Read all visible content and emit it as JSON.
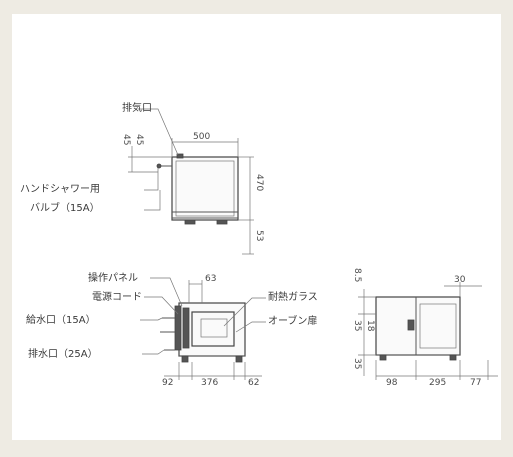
{
  "top_view": {
    "exhaust_label": "排気口",
    "hand_shower_label_1": "ハンドシャワー用",
    "hand_shower_label_2": "バルブ（15A）",
    "dim_width": "500",
    "dim_height": "470",
    "dim_bottom": "53",
    "dim_small_top": "45",
    "dim_small_bottom": "45"
  },
  "front_view": {
    "panel_label": "操作パネル",
    "cord_label": "電源コード",
    "water_in_label": "給水口（15A）",
    "drain_label": "排水口（25A）",
    "glass_label": "耐熱ガラス",
    "door_label": "オーブン扉",
    "dim_63": "63",
    "dim_left": "92",
    "dim_middle": "376",
    "dim_right": "62"
  },
  "side_view": {
    "dim_top_30": "30",
    "dim_top_left": "18",
    "dim_left_upper": "8.5",
    "dim_left_lower": "35",
    "dim_bottom_left": "98",
    "dim_bottom_mid": "295",
    "dim_bottom_right": "77",
    "dim_bottom_edge": "35"
  }
}
